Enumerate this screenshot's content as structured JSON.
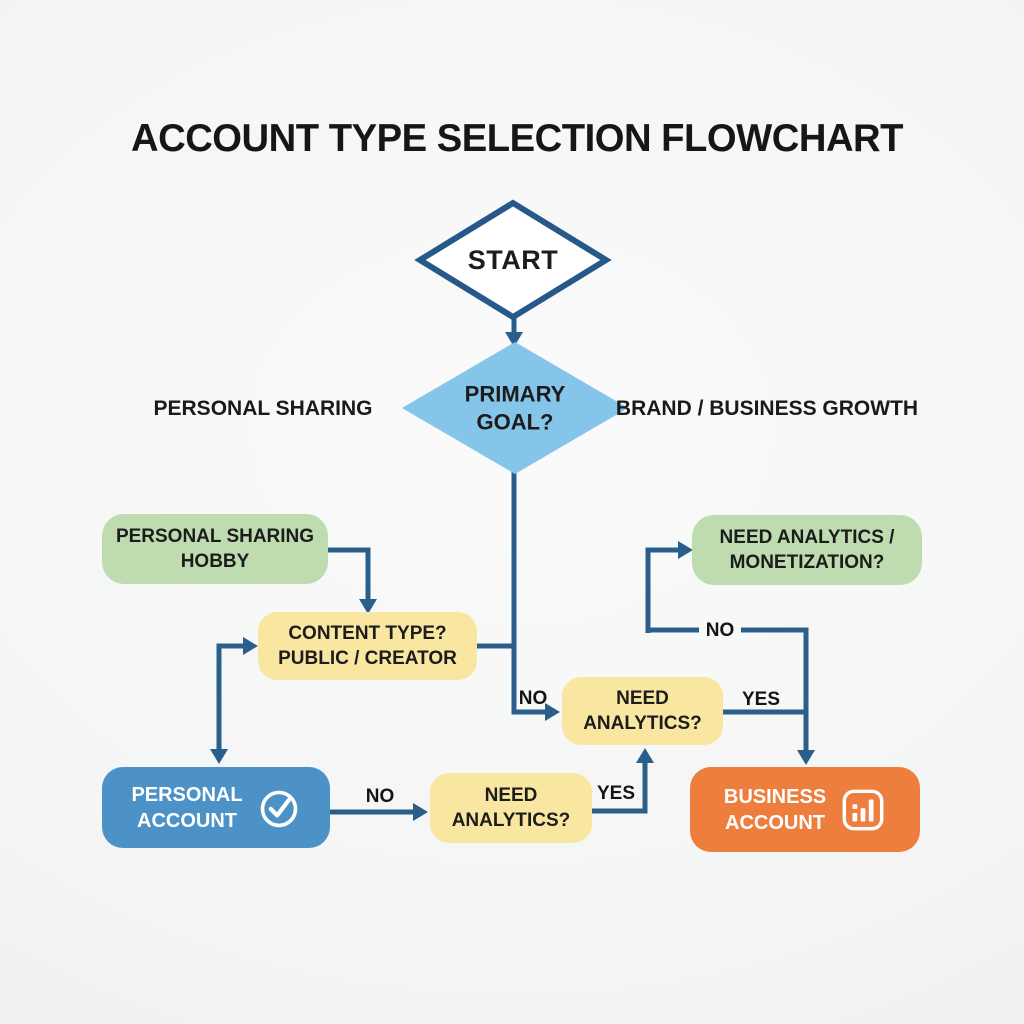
{
  "title": "ACCOUNT TYPE SELECTION FLOWCHART",
  "colors": {
    "background_center": "#fbfbfb",
    "background_edge": "#e9eaea",
    "arrow": "#2a5f8c",
    "start_fill": "#ffffff",
    "start_border": "#27588a",
    "decision_diamond": "#84c5e9",
    "green_box": "#bedcb0",
    "yellow_box": "#f9e7a1",
    "blue_box": "#4c92c6",
    "orange_box": "#ee7e3d",
    "dark_text": "#1c1c1c",
    "light_text": "#ffffff"
  },
  "nodes": {
    "start": {
      "label": "START"
    },
    "primary_goal": {
      "line1": "PRIMARY",
      "line2": "GOAL?"
    },
    "personal_hobby": {
      "line1": "PERSONAL SHARING",
      "line2": "HOBBY"
    },
    "content_type": {
      "line1": "CONTENT TYPE?",
      "line2": "PUBLIC / CREATOR"
    },
    "analytics_monetization": {
      "line1": "NEED ANALYTICS /",
      "line2": "MONETIZATION?"
    },
    "need_analytics_mid": {
      "line1": "NEED",
      "line2": "ANALYTICS?"
    },
    "need_analytics_bottom": {
      "line1": "NEED",
      "line2": "ANALYTICS?"
    },
    "personal_account": {
      "line1": "PERSONAL",
      "line2": "ACCOUNT",
      "icon": "check-circle-icon"
    },
    "business_account": {
      "line1": "BUSINESS",
      "line2": "ACCOUNT",
      "icon": "bar-chart-icon"
    }
  },
  "branch_labels": {
    "left": "PERSONAL SHARING",
    "right": "BRAND / BUSINESS GROWTH"
  },
  "edge_labels": {
    "goal_no": "NO",
    "mid_yes": "YES",
    "monetization_no": "NO",
    "personal_no": "NO",
    "bottom_yes": "YES"
  }
}
